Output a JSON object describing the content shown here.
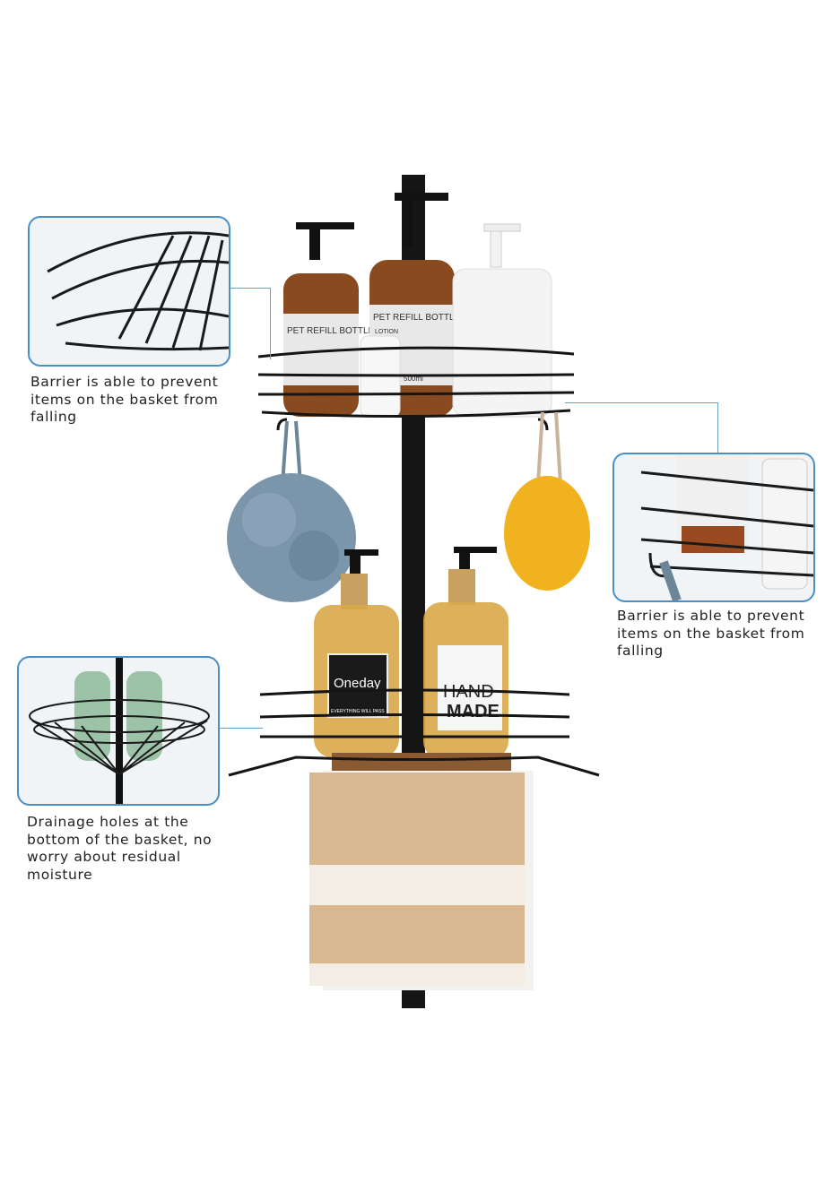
{
  "captions": {
    "top_left": "Barrier is able to prevent items on the basket from falling",
    "right": "Barrier is able to prevent items on the basket from falling",
    "bottom_left": "Drainage holes at the bottom of the basket, no worry about residual moisture"
  },
  "product_labels": {
    "pet_bottle": "PET REFILL BOTTLE",
    "lotion": "LOTION",
    "volume": "500ml",
    "oneday": "Oneday",
    "oneday_sub": "EVERYTHING WILL PASS",
    "hand": "HAND",
    "made": "MADE"
  },
  "colors": {
    "accent": "#4a8fc6",
    "metal": "#1a1a1a"
  }
}
